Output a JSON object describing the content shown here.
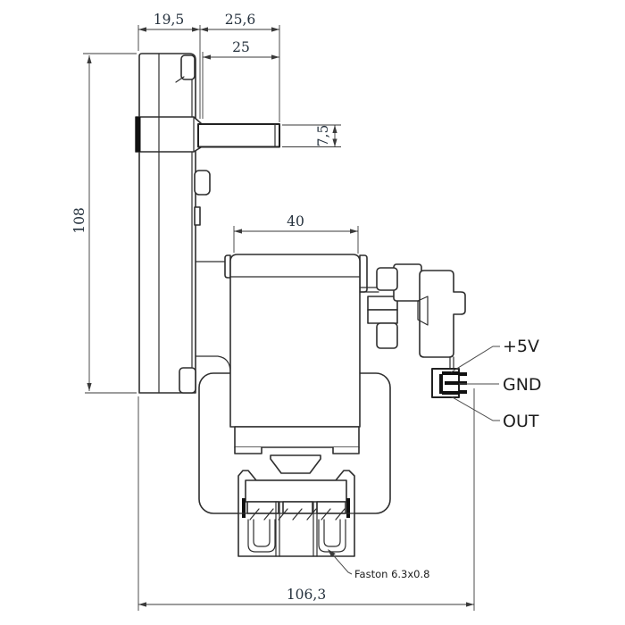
{
  "drawing": {
    "dimensions": {
      "gearbox_depth": "19,5",
      "shaft_overall_length": "25,6",
      "shaft_length": "25",
      "shaft_height": "7,5",
      "motor_width": "40",
      "overall_height": "108",
      "overall_length": "106,3"
    },
    "connector": {
      "pin_labels": [
        "+5V",
        "GND",
        "OUT"
      ]
    },
    "annotations": {
      "terminal_note": "Faston 6.3x0.8"
    },
    "colors": {
      "line": "#2e2e2e",
      "dimension_text": "#26323e",
      "label_text": "#1c1c1c",
      "background": "#ffffff"
    }
  }
}
